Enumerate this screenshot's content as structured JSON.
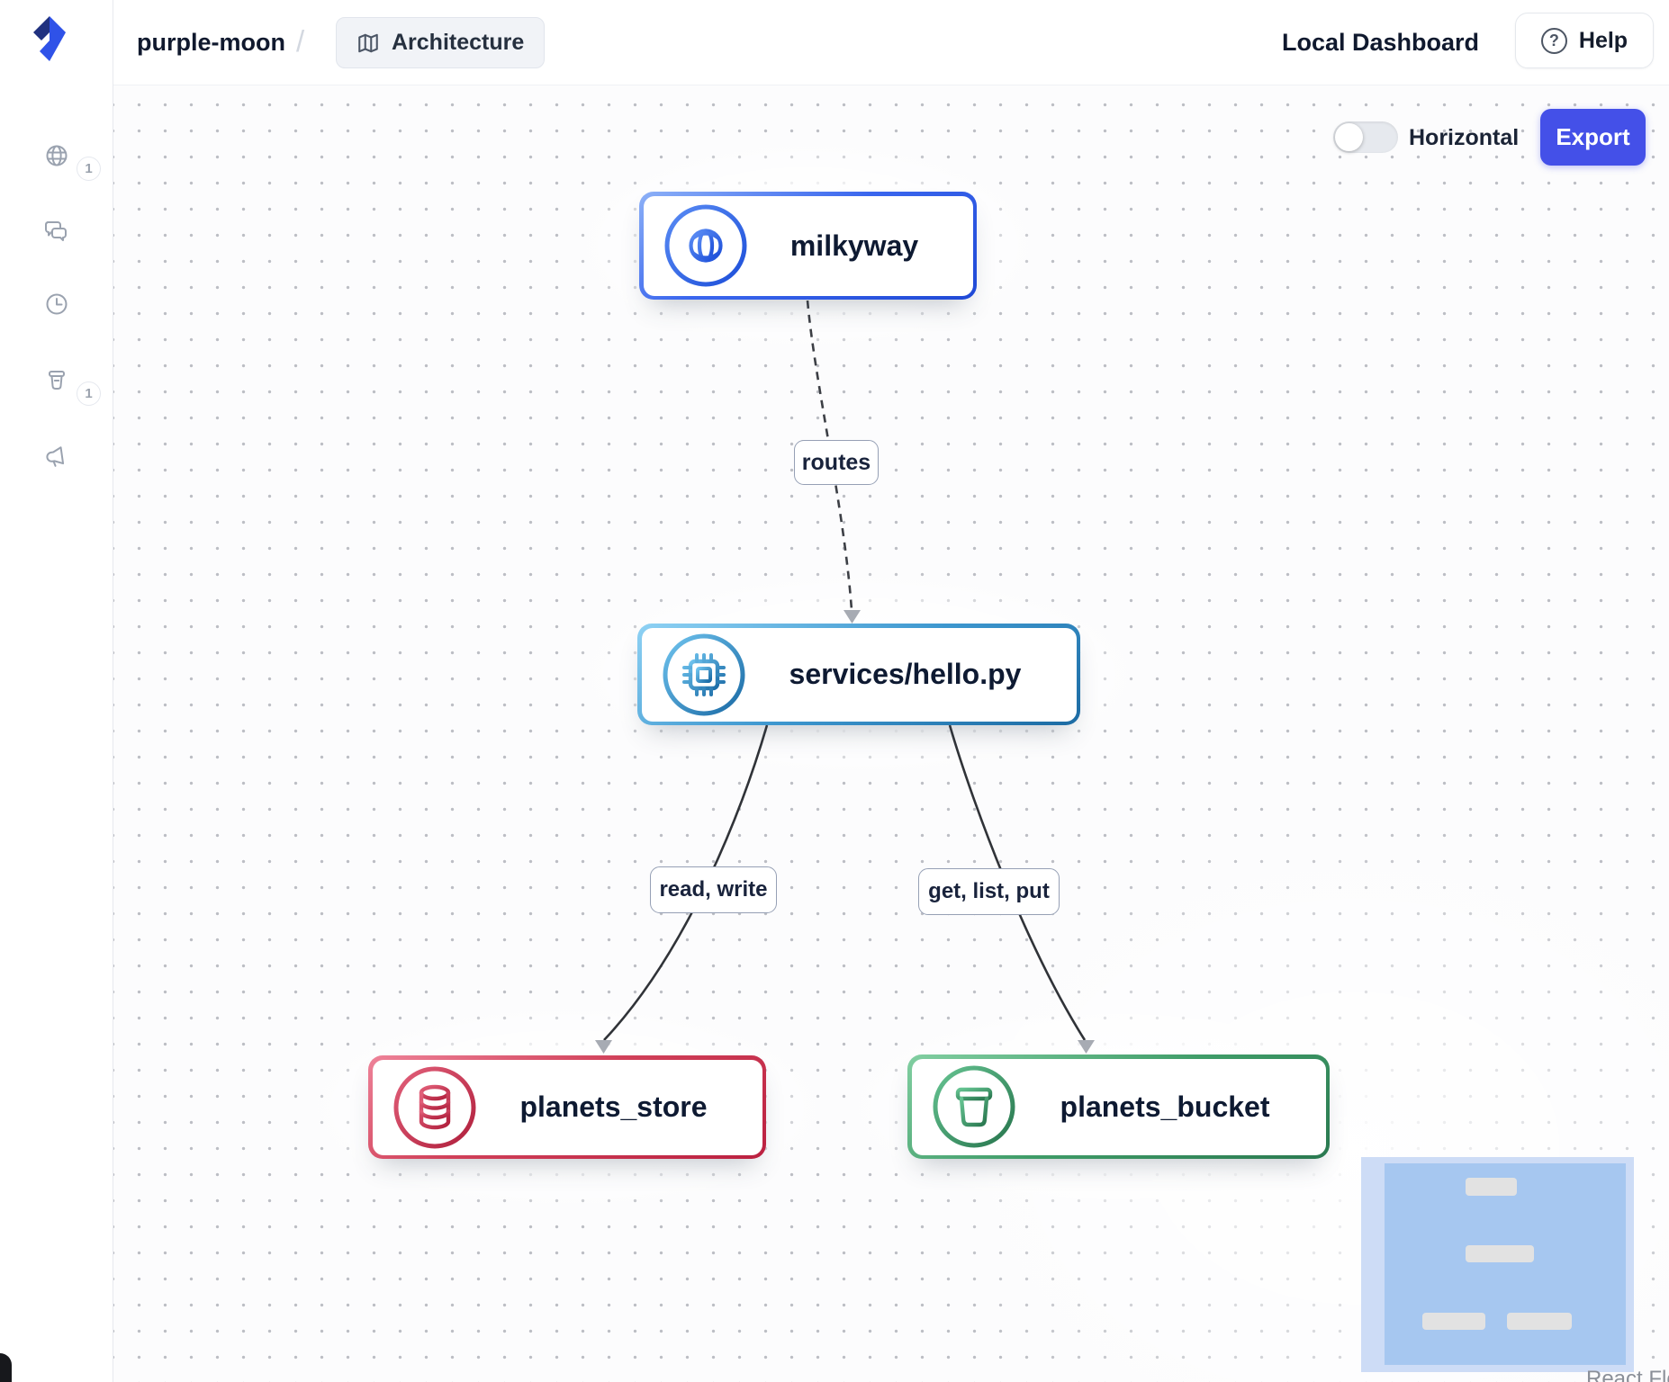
{
  "header": {
    "project": "purple-moon",
    "separator": "/",
    "architecture_label": "Architecture",
    "right_title": "Local Dashboard",
    "help_label": "Help",
    "help_glyph": "?"
  },
  "sidebar": {
    "items": [
      {
        "icon": "globe-icon",
        "badge": "1"
      },
      {
        "icon": "chat-icon",
        "badge": null
      },
      {
        "icon": "clock-icon",
        "badge": null
      },
      {
        "icon": "bucket-icon",
        "badge": "1"
      },
      {
        "icon": "megaphone-icon",
        "badge": null
      }
    ]
  },
  "controls": {
    "orientation_label": "Horizontal",
    "orientation_state": "off",
    "export_label": "Export"
  },
  "diagram": {
    "nodes": [
      {
        "id": "milkyway",
        "label": "milkyway",
        "icon": "globe-icon",
        "accent": "#2457e0"
      },
      {
        "id": "services/hello.py",
        "label": "services/hello.py",
        "icon": "cpu-icon",
        "accent": "#1d6fa8"
      },
      {
        "id": "planets_store",
        "label": "planets_store",
        "icon": "database-icon",
        "accent": "#bb2040"
      },
      {
        "id": "planets_bucket",
        "label": "planets_bucket",
        "icon": "bucket-icon",
        "accent": "#2a7950"
      }
    ],
    "edges": [
      {
        "from": "milkyway",
        "to": "services/hello.py",
        "label": "routes",
        "style": "dashed"
      },
      {
        "from": "services/hello.py",
        "to": "planets_store",
        "label": "read, write",
        "style": "solid"
      },
      {
        "from": "services/hello.py",
        "to": "planets_bucket",
        "label": "get, list, put",
        "style": "solid"
      }
    ]
  },
  "attribution": "React Flow"
}
